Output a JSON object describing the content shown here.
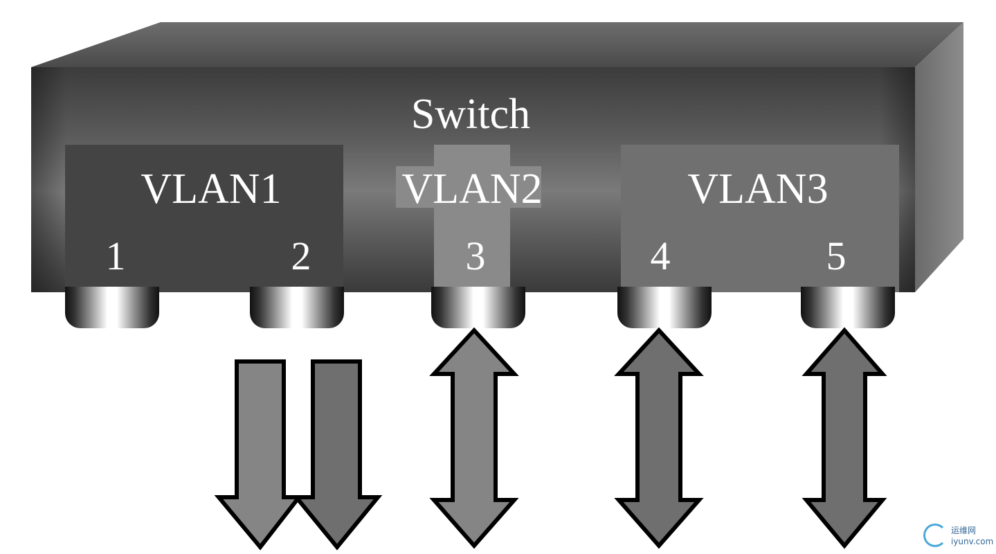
{
  "switch": {
    "title": "Switch"
  },
  "vlans": [
    {
      "label": "VLAN1",
      "color": "#444444"
    },
    {
      "label": "VLAN2",
      "color": "#8a8a8a"
    },
    {
      "label": "VLAN3",
      "color": "#707070"
    }
  ],
  "ports": [
    {
      "number": "1",
      "vlan": "VLAN1",
      "arrow": "none"
    },
    {
      "number": "2",
      "vlan": "VLAN1",
      "arrow": "down-pair"
    },
    {
      "number": "3",
      "vlan": "VLAN2",
      "arrow": "bidirectional"
    },
    {
      "number": "4",
      "vlan": "VLAN3",
      "arrow": "bidirectional"
    },
    {
      "number": "5",
      "vlan": "VLAN3",
      "arrow": "bidirectional"
    }
  ],
  "watermark": {
    "line1": "运维网",
    "line2": "iyunv.com"
  },
  "colors": {
    "arrow_light": "#858585",
    "arrow_dark": "#707070",
    "outline": "#000000",
    "text": "#ffffff"
  }
}
